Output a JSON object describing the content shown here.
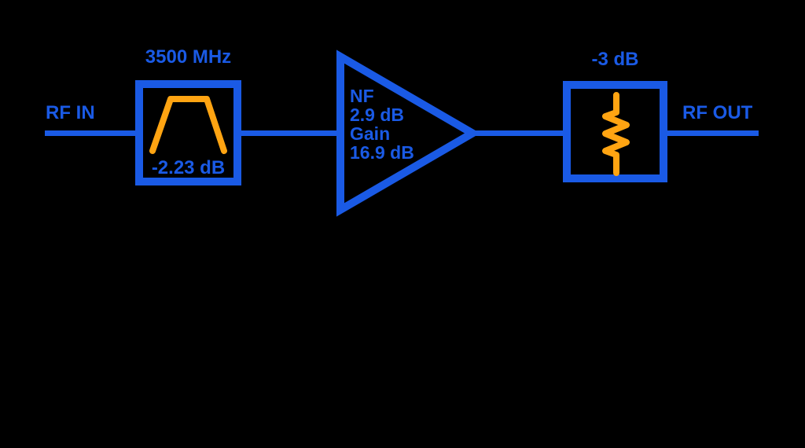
{
  "diagram": {
    "type": "rf-signal-chain-block-diagram",
    "labels": {
      "rf_in": "RF IN",
      "rf_out": "RF OUT"
    },
    "filter": {
      "frequency": "3500 MHz",
      "loss": "-2.23 dB",
      "icon": "bandpass-filter-trapezoid"
    },
    "amplifier": {
      "nf_label": "NF",
      "nf_value": "2.9 dB",
      "gain_label": "Gain",
      "gain_value": "16.9 dB",
      "icon": "amplifier-triangle"
    },
    "attenuator": {
      "loss": "-3 dB",
      "icon": "resistor-zigzag"
    },
    "colors": {
      "line": "#1A5AE5",
      "accent": "#FFA412",
      "background": "#000000"
    }
  }
}
